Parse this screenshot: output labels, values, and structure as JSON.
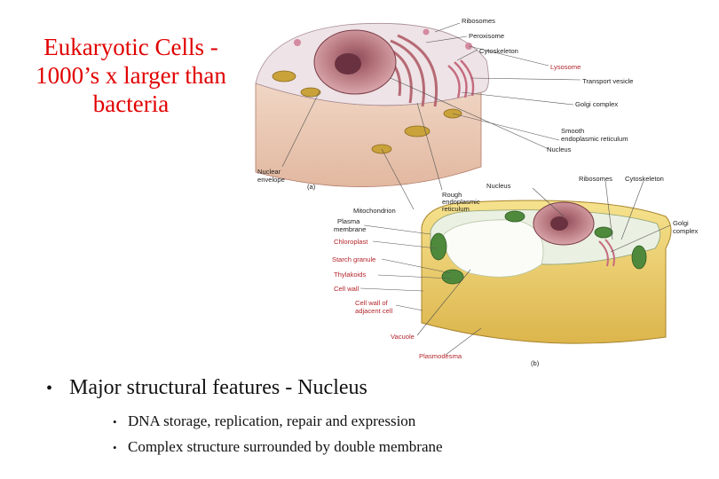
{
  "slide": {
    "title_lines": [
      "Eukaryotic Cells -",
      "1000’s x larger than",
      "bacteria"
    ],
    "bullet_main": "Major structural features - Nucleus",
    "bullets_sub": [
      "DNA storage, replication, repair and expression",
      "Complex structure surrounded by double membrane"
    ]
  },
  "figure": {
    "panel_a_tag": "(a)",
    "panel_b_tag": "(b)",
    "labels_a": {
      "ribosomes": "Ribosomes",
      "peroxisome": "Peroxisome",
      "cytoskeleton": "Cytoskeleton",
      "lysosome": "Lysosome",
      "transport_vesicle": "Transport vesicle",
      "golgi_complex": "Golgi complex",
      "smooth_er_1": "Smooth",
      "smooth_er_2": "endoplasmic reticulum",
      "nucleus_a": "Nucleus",
      "nuclear_envelope_1": "Nuclear",
      "nuclear_envelope_2": "envelope",
      "rough_er_1": "Rough",
      "rough_er_2": "endoplasmic",
      "rough_er_3": "reticulum",
      "mitochondrion": "Mitochondrion"
    },
    "labels_b": {
      "nucleus_b": "Nucleus",
      "ribosomes_b": "Ribosomes",
      "cytoskeleton_b": "Cytoskeleton",
      "golgi_b_1": "Golgi",
      "golgi_b_2": "complex",
      "plasma_membrane_1": "Plasma",
      "plasma_membrane_2": "membrane",
      "chloroplast": "Chloroplast",
      "starch_granule": "Starch granule",
      "thylakoids": "Thylakoids",
      "cell_wall": "Cell wall",
      "cell_wall_adjacent_1": "Cell wall of",
      "cell_wall_adjacent_2": "adjacent cell",
      "vacuole": "Vacuole",
      "plasmodesma": "Plasmodesma"
    }
  },
  "colors": {
    "title": "#e10000",
    "red_label": "#b3262c",
    "nucleus": "#b3727a",
    "cytoplasm": "#eee3e6",
    "cell_wall": "#f1d56f",
    "chloroplast": "#4f8a3c"
  }
}
